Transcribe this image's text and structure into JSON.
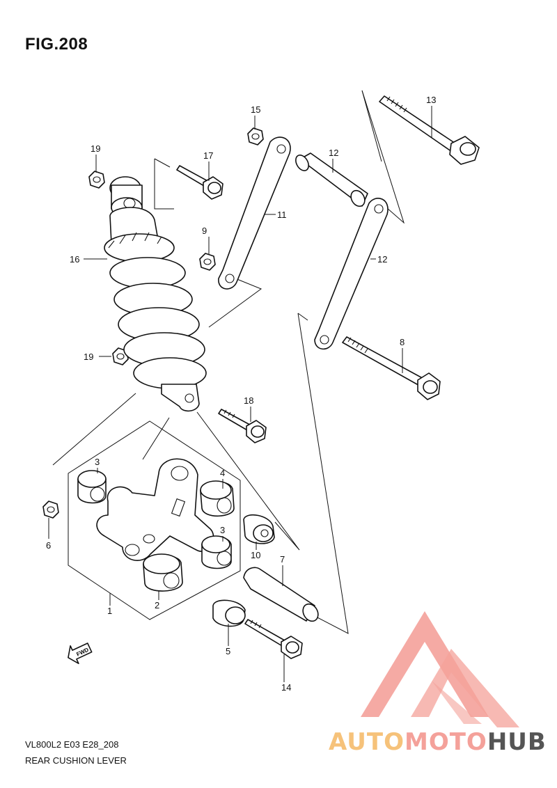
{
  "figure": {
    "title": "FIG.208",
    "model_code": "VL800L2 E03 E28_208",
    "section_name": "REAR CUSHION LEVER"
  },
  "callouts": [
    "1",
    "2",
    "3",
    "3",
    "4",
    "5",
    "6",
    "7",
    "8",
    "9",
    "10",
    "11",
    "12",
    "12",
    "13",
    "14",
    "15",
    "16",
    "17",
    "18",
    "19",
    "19"
  ],
  "direction_marker": "FWD",
  "watermark": {
    "text_light": "AUTOMOTO",
    "text_dark": "HUB",
    "colors": {
      "light": "#f7b6b0",
      "orange": "#f6c27a",
      "dark": "#555555",
      "triangle": "#f4a19a"
    }
  }
}
